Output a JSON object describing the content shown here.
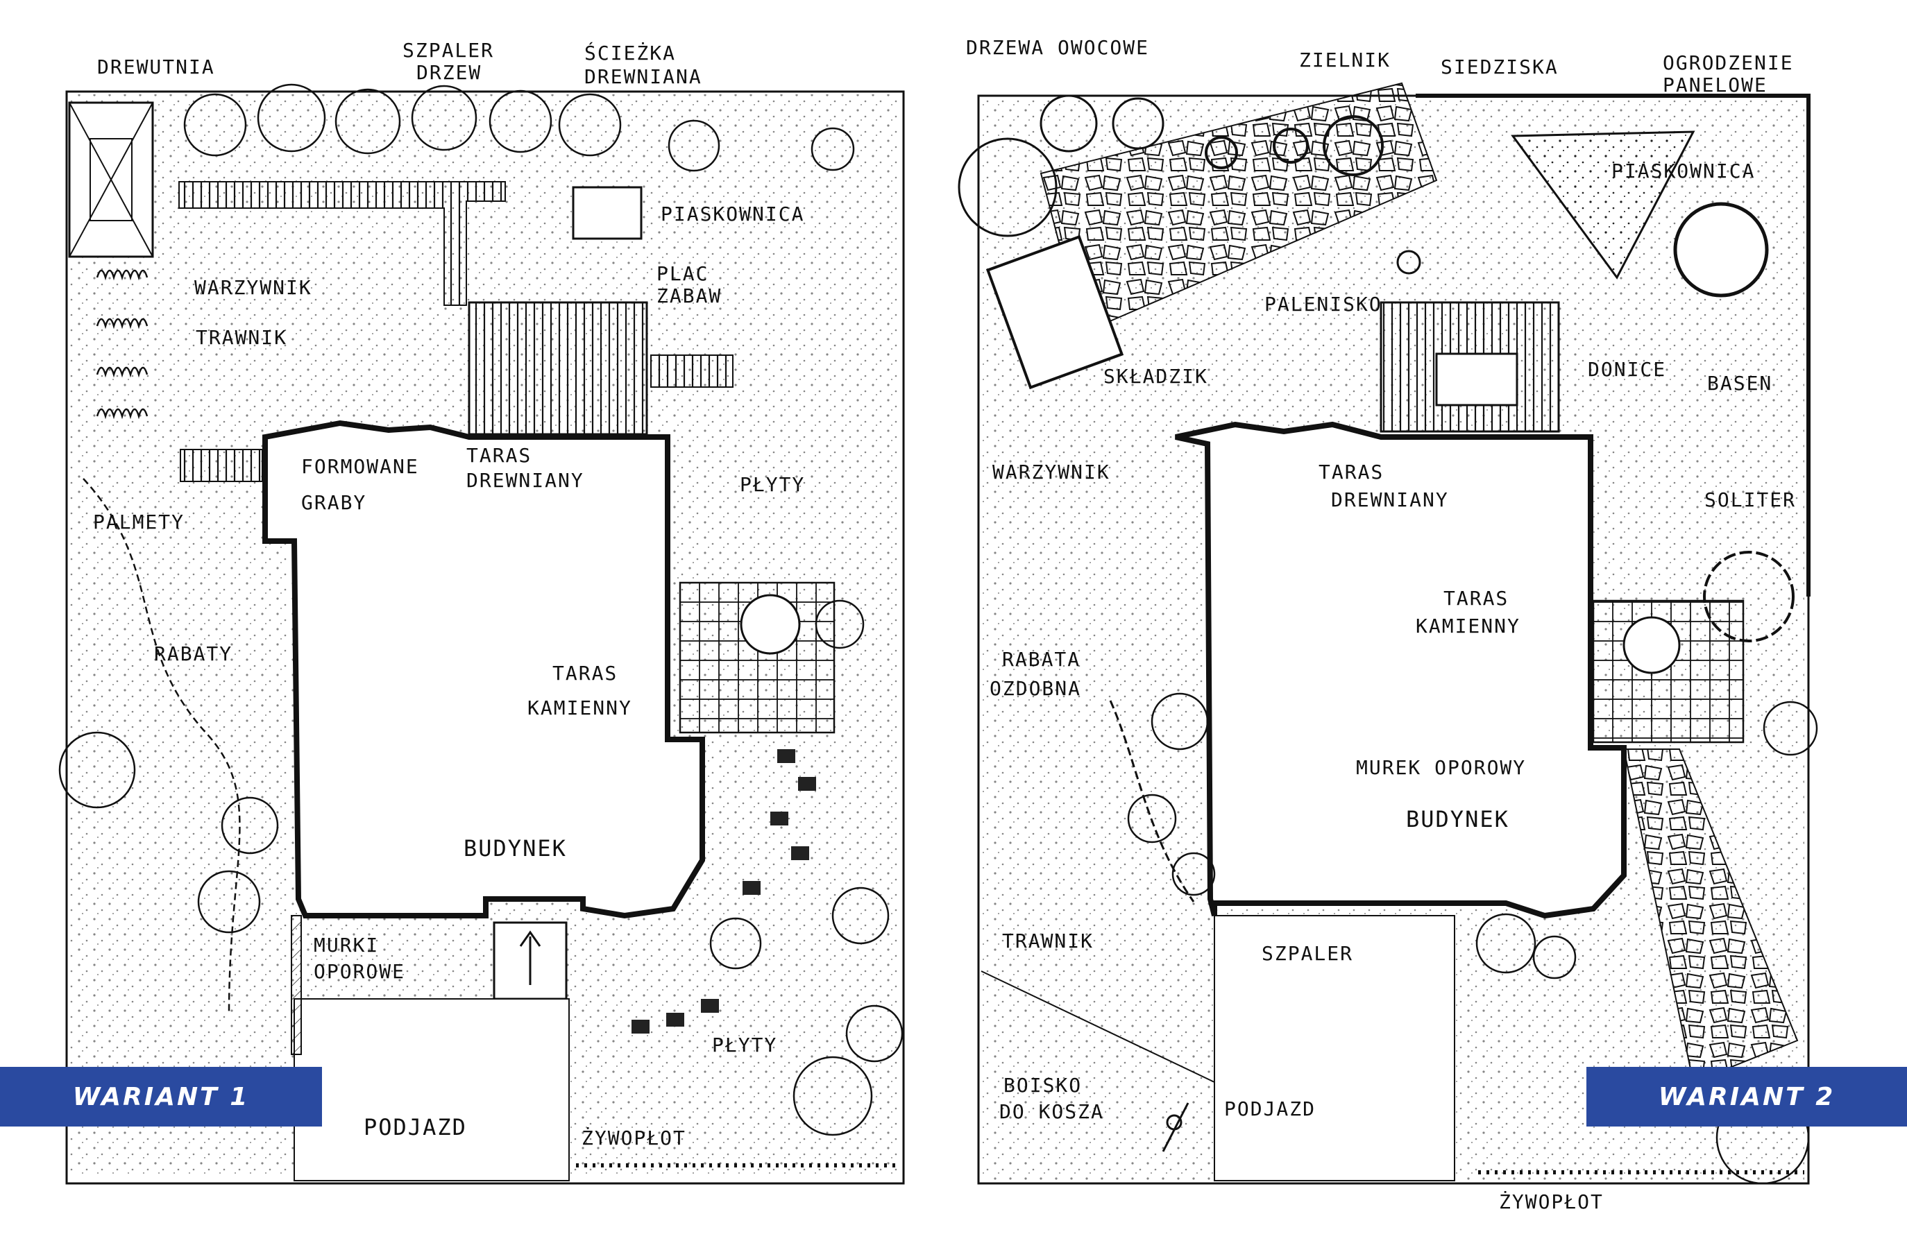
{
  "variants": [
    {
      "banner": "WARIANT 1",
      "labels": {
        "drewutnia": "DREWUTNIA",
        "szpaler_drzew_1": "SZPALER",
        "szpaler_drzew_2": "DRZEW",
        "sciezka_1": "ŚCIEŻKA",
        "sciezka_2": "DREWNIANA",
        "piaskownica": "PIASKOWNICA",
        "warzywnik": "WARZYWNIK",
        "trawnik": "TRAWNIK",
        "plac_zabaw_1": "PLAC",
        "plac_zabaw_2": "ZABAW",
        "formowane_1": "FORMOWANE",
        "formowane_2": "GRABY",
        "taras_drewniany_1": "TARAS",
        "taras_drewniany_2": "DREWNIANY",
        "plyty_top": "PŁYTY",
        "palmety": "PALMETY",
        "rabaty": "RABATY",
        "taras_kamienny_1": "TARAS",
        "taras_kamienny_2": "KAMIENNY",
        "budynek": "BUDYNEK",
        "murki_1": "MURKI",
        "murki_2": "OPOROWE",
        "plyty_bottom": "PŁYTY",
        "podjazd": "PODJAZD",
        "zywoplot": "ŻYWOPŁOT"
      }
    },
    {
      "banner": "WARIANT 2",
      "labels": {
        "drzewa_owocowe": "DRZEWA OWOCOWE",
        "zielnik": "ZIELNIK",
        "siedziska": "SIEDZISKA",
        "ogrodzenie_1": "OGRODZENIE",
        "ogrodzenie_2": "PANELOWE",
        "piaskownica": "PIASKOWNICA",
        "palenisko": "PALENISKO",
        "skladzik": "SKŁADZIK",
        "donice": "DONICE",
        "basen": "BASEN",
        "warzywnik": "WARZYWNIK",
        "taras_drewniany_1": "TARAS",
        "taras_drewniany_2": "DREWNIANY",
        "soliter": "SOLITER",
        "taras_kamienny_1": "TARAS",
        "taras_kamienny_2": "KAMIENNY",
        "rabata_1": "RABATA",
        "rabata_2": "OZDOBNA",
        "murek": "MUREK OPOROWY",
        "budynek": "BUDYNEK",
        "trawnik": "TRAWNIK",
        "szpaler": "SZPALER",
        "boisko_1": "BOISKO",
        "boisko_2": "DO KOSZA",
        "podjazd": "PODJAZD",
        "zywoplot": "ŻYWOPŁOT"
      }
    }
  ]
}
